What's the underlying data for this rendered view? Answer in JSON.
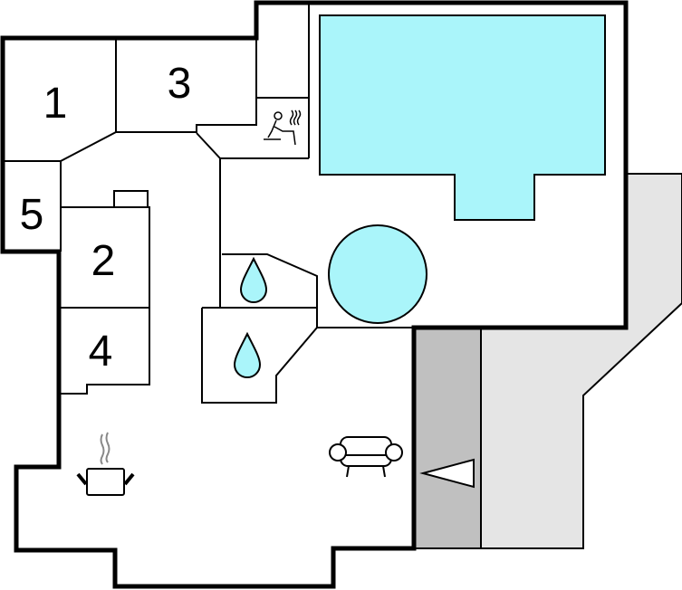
{
  "rooms": [
    {
      "id": "1",
      "label": "1",
      "type": "bedroom"
    },
    {
      "id": "2",
      "label": "2",
      "type": "bedroom"
    },
    {
      "id": "3",
      "label": "3",
      "type": "bedroom"
    },
    {
      "id": "4",
      "label": "4",
      "type": "bedroom"
    },
    {
      "id": "5",
      "label": "5",
      "type": "bedroom"
    }
  ],
  "icons": [
    "sauna-icon",
    "bathroom-drop-icon",
    "bathroom-drop-icon",
    "pool-icon",
    "whirlpool-icon",
    "kitchen-pot-icon",
    "living-armchair-icon",
    "entrance-arrow-icon"
  ],
  "colors": {
    "water": "#aaf5fa",
    "terrace": "#e5e5e5",
    "covered": "#c0c0c0",
    "wall": "#000000"
  }
}
